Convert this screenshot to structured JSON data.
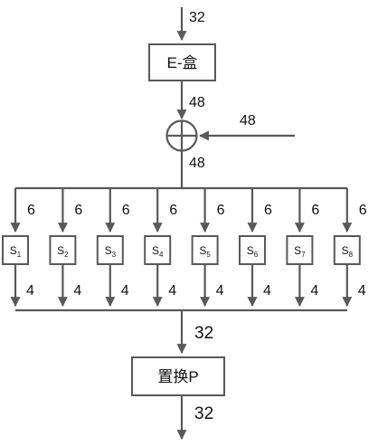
{
  "colors": {
    "stroke": "#595959",
    "text": "#111111",
    "background": "#ffffff"
  },
  "input_width": "32",
  "e_box": {
    "label": "E-盒"
  },
  "e_output_width": "48",
  "key_width": "48",
  "xor_output_width": "48",
  "xor_icon": "xor-circle-plus-icon",
  "split_widths": [
    "6",
    "6",
    "6",
    "6",
    "6",
    "6",
    "6",
    "6"
  ],
  "sboxes": [
    {
      "label": "S",
      "sub": "1"
    },
    {
      "label": "S",
      "sub": "2"
    },
    {
      "label": "S",
      "sub": "3"
    },
    {
      "label": "S",
      "sub": "4"
    },
    {
      "label": "S",
      "sub": "5"
    },
    {
      "label": "S",
      "sub": "6"
    },
    {
      "label": "S",
      "sub": "7"
    },
    {
      "label": "S",
      "sub": "8"
    }
  ],
  "sbox_output_widths": [
    "4",
    "4",
    "4",
    "4",
    "4",
    "4",
    "4",
    "4"
  ],
  "merge_width": "32",
  "p_box": {
    "label": "置换P"
  },
  "output_width": "32"
}
